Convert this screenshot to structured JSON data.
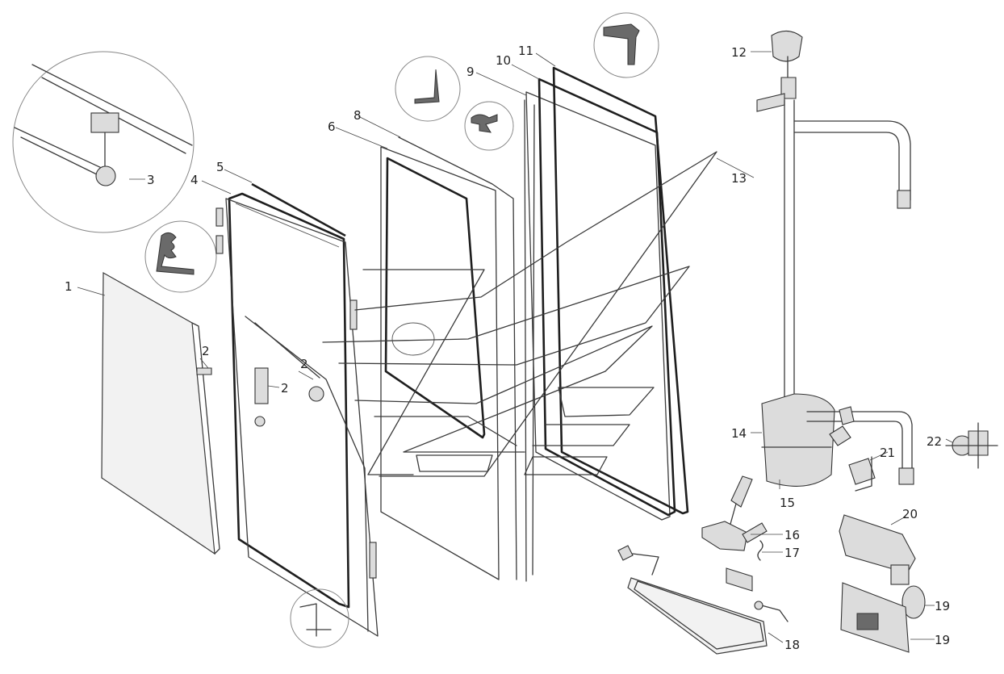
{
  "labels": {
    "p1": "1",
    "p2a": "2",
    "p2b": "2",
    "p2c": "2",
    "p3": "3",
    "p4": "4",
    "p5": "5",
    "p6": "6",
    "p8": "8",
    "p9": "9",
    "p10": "10",
    "p11": "11",
    "p12": "12",
    "p13": "13",
    "p14": "14",
    "p15": "15",
    "p16": "16",
    "p17": "17",
    "p18": "18",
    "p19a": "19",
    "p19b": "19",
    "p20": "20",
    "p21": "21",
    "p22": "22"
  }
}
